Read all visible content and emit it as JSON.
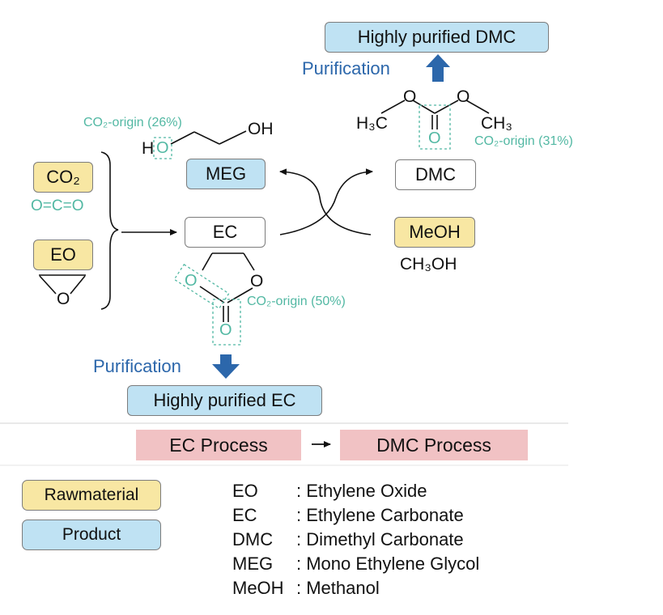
{
  "top_product": "Highly purified DMC",
  "purification_top": "Purification",
  "purification_bottom": "Purification",
  "bottom_product": "Highly purified EC",
  "raw": {
    "co2": "CO₂",
    "co2_formula": "O=C=O",
    "eo": "EO"
  },
  "boxes": {
    "meg": "MEG",
    "dmc": "DMC",
    "ec": "EC",
    "meoh": "MeOH",
    "meoh_formula": "CH₃OH"
  },
  "co2_origin": {
    "meg": "CO₂-origin (26%)",
    "dmc": "CO₂-origin (31%)",
    "ec": "CO₂-origin (50%)"
  },
  "structures": {
    "dmc_left": "H₃C",
    "dmc_right": "CH₃",
    "dmc_o1": "O",
    "dmc_o2": "O",
    "dmc_o3": "O",
    "meg_h": "H",
    "meg_o": "O",
    "meg_oh": "OH",
    "ec_o1": "O",
    "ec_o2": "O",
    "ec_o3": "O",
    "eo_o": "O"
  },
  "process": {
    "ec": "EC Process",
    "arrow": "→",
    "dmc": "DMC Process"
  },
  "legend": {
    "raw_label": "Rawmaterial",
    "product_label": "Product",
    "items": [
      {
        "abbr": "EO",
        "def": ": Ethylene Oxide"
      },
      {
        "abbr": "EC",
        "def": ": Ethylene Carbonate"
      },
      {
        "abbr": "DMC",
        "def": ": Dimethyl Carbonate"
      },
      {
        "abbr": "MEG",
        "def": ": Mono Ethylene Glycol"
      },
      {
        "abbr": "MeOH",
        "def": ": Methanol"
      }
    ]
  },
  "colors": {
    "raw": "#f8e7a3",
    "product": "#bfe2f3",
    "process": "#f1c2c4",
    "purification": "#2c67ab",
    "co2_origin": "#52b8a3"
  }
}
